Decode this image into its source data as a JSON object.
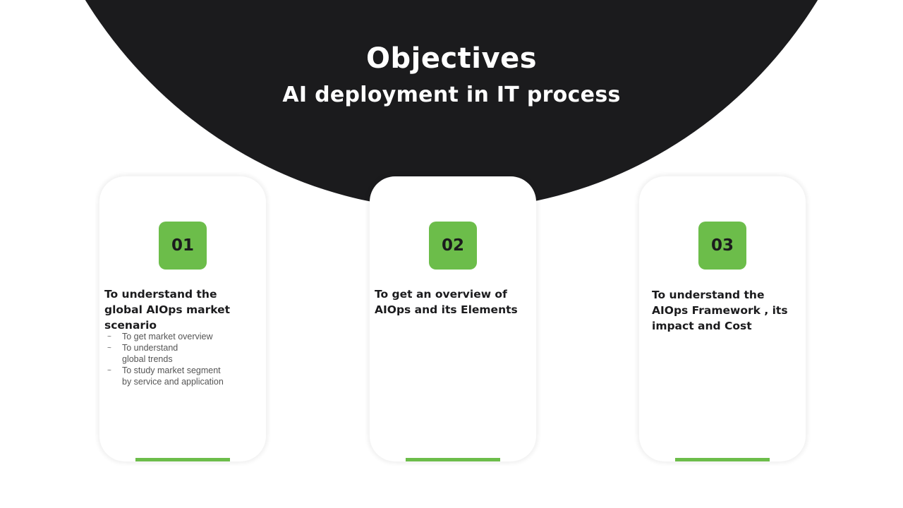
{
  "header": {
    "title": "Objectives",
    "subtitle": "AI deployment in IT process"
  },
  "colors": {
    "dark_background": "#1b1b1d",
    "accent_green": "#6cbd4a",
    "card_background": "#ffffff"
  },
  "cards": [
    {
      "number": "01",
      "heading": "To understand the global AIOps market scenario",
      "bullet_icon": "tilde-bullet",
      "bullets": [
        "To get market overview",
        "To understand global trends",
        "To study market segment by service and application"
      ]
    },
    {
      "number": "02",
      "heading": "To get an overview of AIOps and its Elements"
    },
    {
      "number": "03",
      "heading": "To understand the  AIOps Framework , its impact and Cost"
    }
  ]
}
